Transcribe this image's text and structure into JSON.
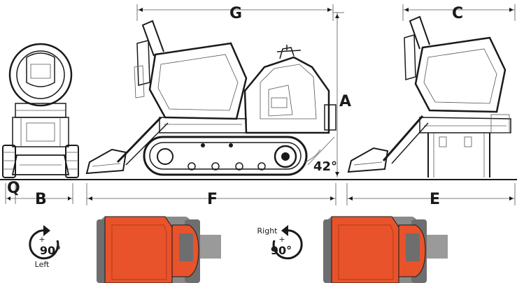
{
  "dimensions": {
    "G": "G",
    "C": "C",
    "A": "A",
    "Q": "Q",
    "B": "B",
    "F": "F",
    "E": "E"
  },
  "angle_label": "42°",
  "rotations": {
    "left": {
      "value": "90°",
      "direction": "Left",
      "sign": "+"
    },
    "right": {
      "value": "90°",
      "direction": "Right",
      "sign": "+"
    }
  },
  "colors": {
    "line": "#1a1a1a",
    "body_orange": "#e8532b",
    "track_gray": "#8a8a8a",
    "ground": "#1a1a1a"
  }
}
